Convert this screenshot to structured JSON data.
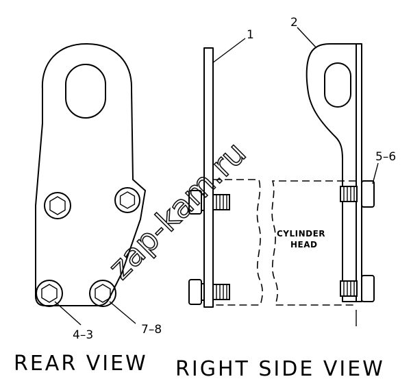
{
  "callouts": {
    "item_1": "1",
    "item_2": "2",
    "item_5_6": "5–6",
    "item_4_3": "4–3",
    "item_7_8": "7–8"
  },
  "labels": {
    "cylinder_head_line1": "CYLINDER",
    "cylinder_head_line2": "HEAD"
  },
  "captions": {
    "rear_view": "REAR VIEW",
    "right_side_view": "RIGHT SIDE VIEW"
  },
  "watermark": "zap-kam.ru"
}
